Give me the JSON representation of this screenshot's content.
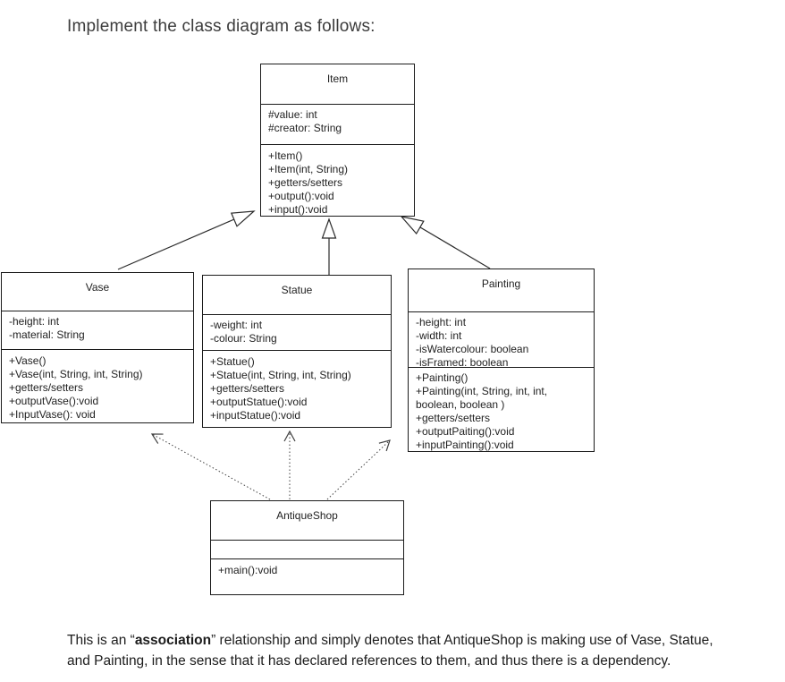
{
  "page": {
    "title": "Implement the class diagram as follows:"
  },
  "diagram": {
    "classes": {
      "item": {
        "name": "Item",
        "attributes": [
          "#value: int",
          "#creator: String"
        ],
        "methods": [
          "+Item()",
          "+Item(int, String)",
          "+getters/setters",
          "+output():void",
          "+input():void"
        ]
      },
      "vase": {
        "name": "Vase",
        "attributes": [
          "-height: int",
          "-material: String"
        ],
        "methods": [
          "+Vase()",
          "+Vase(int, String, int, String)",
          "+getters/setters",
          "+outputVase():void",
          "+InputVase(): void"
        ]
      },
      "statue": {
        "name": "Statue",
        "attributes": [
          "-weight: int",
          "-colour: String"
        ],
        "methods": [
          "+Statue()",
          "+Statue(int, String, int, String)",
          "+getters/setters",
          "+outputStatue():void",
          "+inputStatue():void"
        ]
      },
      "painting": {
        "name": "Painting",
        "attributes": [
          "-height: int",
          "-width: int",
          "-isWatercolour: boolean",
          "-isFramed: boolean"
        ],
        "methods": [
          "+Painting()",
          "+Painting(int, String, int, int, boolean, boolean )",
          "+getters/setters",
          "+outputPaiting():void",
          "+inputPainting():void"
        ]
      },
      "antiqueshop": {
        "name": "AntiqueShop",
        "attributes": [],
        "methods": [
          "+main():void"
        ]
      }
    },
    "relationships": [
      {
        "from": "Vase",
        "to": "Item",
        "type": "inheritance",
        "line": "solid-hollow-triangle"
      },
      {
        "from": "Statue",
        "to": "Item",
        "type": "inheritance",
        "line": "solid-hollow-triangle"
      },
      {
        "from": "Painting",
        "to": "Item",
        "type": "inheritance",
        "line": "solid-hollow-triangle"
      },
      {
        "from": "AntiqueShop",
        "to": "Vase",
        "type": "association",
        "line": "dotted-open-arrow"
      },
      {
        "from": "AntiqueShop",
        "to": "Statue",
        "type": "association",
        "line": "dotted-open-arrow"
      },
      {
        "from": "AntiqueShop",
        "to": "Painting",
        "type": "association",
        "line": "dotted-open-arrow"
      }
    ],
    "colors": {
      "line": "#2a2a2a",
      "dotted_line": "#3f3f3f",
      "text": "#222222",
      "background": "#ffffff"
    }
  },
  "footer": {
    "line1_pre": "This is an “",
    "line1_bold": "association",
    "line1_post": "” relationship and simply denotes that AntiqueShop is making use of Vase, Statue,",
    "line2": "and Painting, in the sense that it has declared references to them, and thus there is a dependency."
  }
}
